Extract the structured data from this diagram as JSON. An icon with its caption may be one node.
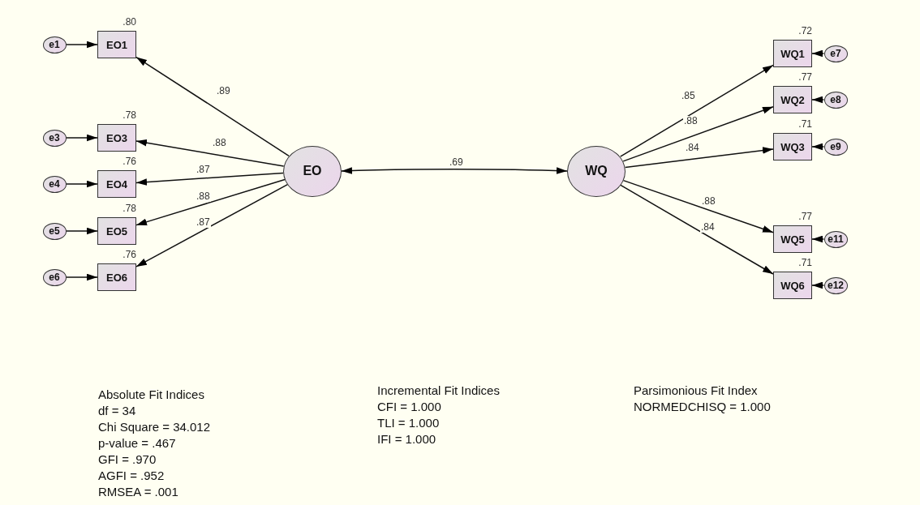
{
  "diagram": {
    "nodes": [
      {
        "text": [
          "e1"
        ]
      },
      {
        "text": [
          "EO1"
        ],
        "beside": [
          ".80"
        ]
      },
      {
        "text": [
          "e3"
        ]
      },
      {
        "text": [
          "EO3"
        ],
        "beside": [
          ".78"
        ]
      },
      {
        "text": [
          "e4"
        ]
      },
      {
        "text": [
          "EO4"
        ],
        "beside": [
          ".76"
        ]
      },
      {
        "text": [
          "e5"
        ]
      },
      {
        "text": [
          "EO5"
        ],
        "beside": [
          ".78"
        ]
      },
      {
        "text": [
          "e6"
        ]
      },
      {
        "text": [
          "EO6"
        ],
        "beside": [
          ".76"
        ]
      },
      {
        "text": [
          "EO"
        ]
      },
      {
        "text": [
          "WQ"
        ]
      },
      {
        "text": [
          "WQ1"
        ],
        "beside": [
          ".72"
        ]
      },
      {
        "text": [
          "e7"
        ]
      },
      {
        "text": [
          "WQ2"
        ],
        "beside": [
          ".77"
        ]
      },
      {
        "text": [
          "e8"
        ]
      },
      {
        "text": [
          "WQ3"
        ],
        "beside": [
          ".71"
        ]
      },
      {
        "text": [
          "e9"
        ]
      },
      {
        "text": [
          "WQ5"
        ],
        "beside": [
          ".77"
        ]
      },
      {
        "text": [
          "e11"
        ]
      },
      {
        "text": [
          "WQ6"
        ],
        "beside": [
          ".71"
        ]
      },
      {
        "text": [
          "e12"
        ]
      }
    ],
    "edges": [
      {
        "from": 0,
        "to": 1,
        "arrow": "to"
      },
      {
        "from": 2,
        "to": 3,
        "arrow": "to"
      },
      {
        "from": 4,
        "to": 5,
        "arrow": "to"
      },
      {
        "from": 6,
        "to": 7,
        "arrow": "to"
      },
      {
        "from": 8,
        "to": 9,
        "arrow": "to"
      },
      {
        "from": 10,
        "to": 1,
        "arrow": "to",
        "label": ".89"
      },
      {
        "from": 10,
        "to": 3,
        "arrow": "to",
        "label": ".88"
      },
      {
        "from": 10,
        "to": 5,
        "arrow": "to",
        "label": ".87"
      },
      {
        "from": 10,
        "to": 7,
        "arrow": "to",
        "label": ".88"
      },
      {
        "from": 10,
        "to": 9,
        "arrow": "to",
        "label": ".87"
      },
      {
        "from": 10,
        "to": 11,
        "arrow": "both",
        "label": ".69"
      },
      {
        "from": 11,
        "to": 12,
        "arrow": "to",
        "label": ".85"
      },
      {
        "from": 11,
        "to": 14,
        "arrow": "to",
        "label": ".88"
      },
      {
        "from": 11,
        "to": 16,
        "arrow": "to",
        "label": ".84"
      },
      {
        "from": 11,
        "to": 18,
        "arrow": "to",
        "label": ".88"
      },
      {
        "from": 11,
        "to": 20,
        "arrow": "to",
        "label": ".84"
      },
      {
        "from": 13,
        "to": 12,
        "arrow": "to"
      },
      {
        "from": 15,
        "to": 14,
        "arrow": "to"
      },
      {
        "from": 17,
        "to": 16,
        "arrow": "to"
      },
      {
        "from": 19,
        "to": 18,
        "arrow": "to"
      },
      {
        "from": 21,
        "to": 20,
        "arrow": "to"
      }
    ],
    "labels": [
      "Absolute Fit Indices",
      "df = 34",
      "Chi Square = 34.012",
      "p-value = .467",
      "GFI = .970",
      "AGFI = .952",
      "RMSEA = .001",
      "Incremental Fit Indices",
      "CFI = 1.000",
      "TLI = 1.000",
      "IFI = 1.000",
      "Parsimonious Fit Index",
      "NORMEDCHISQ = 1.000"
    ]
  }
}
